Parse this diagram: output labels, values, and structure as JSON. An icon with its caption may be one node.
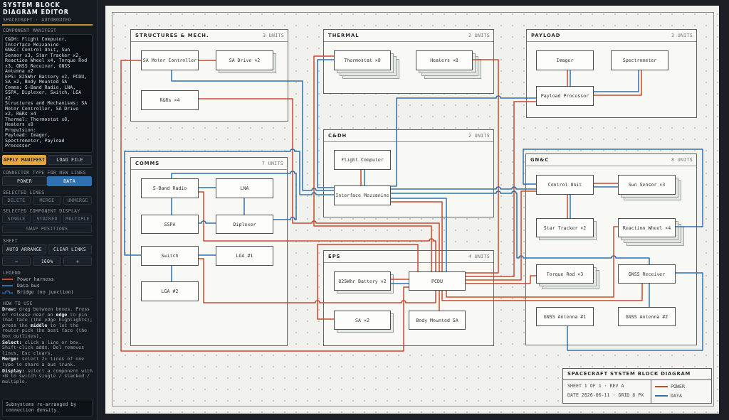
{
  "diagram": {
    "title": "SPACECRAFT SYSTEM BLOCK DIAGRAM",
    "nodes": [
      {
        "text": [
          "STRUCTURES & MECH.",
          "3 UNITS"
        ]
      },
      {
        "text": [
          "SA Motor Controller"
        ],
        "in": 0
      },
      {
        "text": [
          "SA Drive ×2"
        ],
        "in": 0
      },
      {
        "text": [
          "R&Rs ×4"
        ],
        "in": 0
      },
      {
        "text": [
          "THERMAL",
          "2 UNITS"
        ]
      },
      {
        "text": [
          "Thermostat ×8"
        ],
        "in": 4
      },
      {
        "text": [
          "Heaters ×8"
        ],
        "in": 4
      },
      {
        "text": [
          "PAYLOAD",
          "3 UNITS"
        ]
      },
      {
        "text": [
          "Imager"
        ],
        "in": 7
      },
      {
        "text": [
          "Spectrometer"
        ],
        "in": 7
      },
      {
        "text": [
          "Payload Processor"
        ],
        "in": 7
      },
      {
        "text": [
          "C&DH",
          "2 UNITS"
        ]
      },
      {
        "text": [
          "Flight Computer"
        ],
        "in": 11
      },
      {
        "text": [
          "Interface Mezzanine"
        ],
        "in": 11
      },
      {
        "text": [
          "COMMS",
          "7 UNITS"
        ]
      },
      {
        "text": [
          "S-Band Radio"
        ],
        "in": 14
      },
      {
        "text": [
          "LNA"
        ],
        "in": 14
      },
      {
        "text": [
          "SSPA"
        ],
        "in": 14
      },
      {
        "text": [
          "Diplexer"
        ],
        "in": 14
      },
      {
        "text": [
          "Switch"
        ],
        "in": 14
      },
      {
        "text": [
          "LGA #1"
        ],
        "in": 14
      },
      {
        "text": [
          "LGA #2"
        ],
        "in": 14
      },
      {
        "text": [
          "GN&C",
          "8 UNITS"
        ]
      },
      {
        "text": [
          "Control Unit"
        ],
        "in": 22
      },
      {
        "text": [
          "Sun Sensor ×3"
        ],
        "in": 22
      },
      {
        "text": [
          "Star Tracker ×2"
        ],
        "in": 22
      },
      {
        "text": [
          "Reaction Wheel ×4"
        ],
        "in": 22
      },
      {
        "text": [
          "Torque Rod ×3"
        ],
        "in": 22
      },
      {
        "text": [
          "GNSS Receiver"
        ],
        "in": 22
      },
      {
        "text": [
          "GNSS Antenna #1"
        ],
        "in": 22
      },
      {
        "text": [
          "GNSS Antenna #2"
        ],
        "in": 22
      },
      {
        "text": [
          "EPS",
          "4 UNITS"
        ]
      },
      {
        "text": [
          "825Whr Battery ×2"
        ],
        "in": 31
      },
      {
        "text": [
          "PCDU"
        ],
        "in": 31
      },
      {
        "text": [
          "SA ×2"
        ],
        "in": 31
      },
      {
        "text": [
          "Body Mounted SA"
        ],
        "in": 31
      }
    ],
    "edges": [
      {
        "from": 1,
        "to": 2,
        "arrow": "none",
        "color": "#c9482e"
      },
      {
        "from": 1,
        "to": 13,
        "arrow": "none"
      },
      {
        "from": 1,
        "to": 33,
        "arrow": "none",
        "color": "#c9482e"
      },
      {
        "from": 3,
        "to": 33,
        "arrow": "none",
        "color": "#c9482e"
      },
      {
        "from": 5,
        "to": 13,
        "arrow": "none"
      },
      {
        "from": 5,
        "to": 33,
        "arrow": "none",
        "color": "#c9482e"
      },
      {
        "from": 6,
        "to": 33,
        "arrow": "none",
        "color": "#c9482e"
      },
      {
        "from": 8,
        "to": 10,
        "arrow": "none",
        "color": "#c9482e"
      },
      {
        "from": 8,
        "to": 10,
        "arrow": "none"
      },
      {
        "from": 9,
        "to": 10,
        "arrow": "none"
      },
      {
        "from": 9,
        "to": 10,
        "arrow": "none",
        "color": "#c9482e"
      },
      {
        "from": 10,
        "to": 13,
        "arrow": "none"
      },
      {
        "from": 10,
        "to": 33,
        "arrow": "none",
        "color": "#c9482e"
      },
      {
        "from": 12,
        "to": 13,
        "arrow": "none",
        "color": "#c9482e"
      },
      {
        "from": 12,
        "to": 13,
        "arrow": "none"
      },
      {
        "from": 13,
        "to": 23,
        "arrow": "none"
      },
      {
        "from": 13,
        "to": 28,
        "arrow": "none"
      },
      {
        "from": 13,
        "to": 33,
        "arrow": "none",
        "color": "#c9482e"
      },
      {
        "from": 13,
        "to": 33,
        "arrow": "none"
      },
      {
        "from": 15,
        "to": 16,
        "arrow": "none"
      },
      {
        "from": 15,
        "to": 17,
        "arrow": "none"
      },
      {
        "from": 15,
        "to": 18,
        "arrow": "none"
      },
      {
        "from": 15,
        "to": 33,
        "arrow": "none",
        "color": "#c9482e"
      },
      {
        "from": 16,
        "to": 18,
        "arrow": "none"
      },
      {
        "from": 17,
        "to": 18,
        "arrow": "none"
      },
      {
        "from": 19,
        "to": 20,
        "arrow": "none"
      },
      {
        "from": 19,
        "to": 21,
        "arrow": "none"
      },
      {
        "from": 19,
        "to": 13,
        "arrow": "none"
      },
      {
        "from": 19,
        "to": 33,
        "arrow": "none",
        "color": "#c9482e"
      },
      {
        "from": 23,
        "to": 24,
        "arrow": "none",
        "color": "#c9482e"
      },
      {
        "from": 23,
        "to": 24,
        "arrow": "none"
      },
      {
        "from": 23,
        "to": 25,
        "arrow": "none",
        "color": "#c9482e"
      },
      {
        "from": 23,
        "to": 25,
        "arrow": "none"
      },
      {
        "from": 26,
        "to": 23,
        "arrow": "none"
      },
      {
        "from": 27,
        "to": 33,
        "arrow": "none",
        "color": "#c9482e"
      },
      {
        "from": 23,
        "to": 33,
        "arrow": "none",
        "color": "#c9482e"
      },
      {
        "from": 26,
        "to": 33,
        "arrow": "none",
        "color": "#c9482e"
      },
      {
        "from": 28,
        "to": 33,
        "arrow": "none",
        "color": "#c9482e"
      },
      {
        "from": 28,
        "to": 29,
        "arrow": "none"
      },
      {
        "from": 28,
        "to": 30,
        "arrow": "none"
      },
      {
        "from": 32,
        "to": 33,
        "arrow": "none",
        "color": "#c9482e"
      },
      {
        "from": 32,
        "to": 33,
        "arrow": "none"
      },
      {
        "from": 34,
        "to": 33,
        "arrow": "none",
        "color": "#c9482e"
      },
      {
        "from": 35,
        "to": 33,
        "arrow": "none",
        "color": "#c9482e"
      }
    ],
    "labels": [
      "SYSTEM BLOCK DIAGRAM EDITOR",
      "SPACECRAFT · AUTOROUTED",
      "COMPONENT MANIFEST",
      "C&DH: Flight Computer, Interface Mezzanine",
      "GN&C: Control Unit, Sun Sensor x3, Star Tracker x2, Reaction Wheel x4, Torque Rod x3, GNSS Receiver, GNSS Antenna x2",
      "EPS: 825Whr Battery x2, PCDU, SA x2, Body Mounted SA",
      "Comms: S-Band Radio, LNA, SSPA, Diplexer, Switch, LGA x2",
      "Structures and Mechanisms: SA Motor Controller, SA Drive x2, R&Rs x4",
      "Thermal: Thermostat x8, Heaters x8",
      "Propulsion:",
      "Payload: Imager, Spectrometer, Payload Processor",
      "APPLY MANIFEST",
      "LOAD FILE",
      "CONNECTOR TYPE FOR NEW LINES",
      "POWER",
      "DATA",
      "SELECTED LINES",
      "DELETE",
      "MERGE",
      "UNMERGE",
      "SELECTED COMPONENT DISPLAY",
      "SINGLE",
      "STACKED",
      "MULTIPLE",
      "SWAP POSITIONS",
      "SHEET",
      "AUTO ARRANGE",
      "CLEAR LINKS",
      "−",
      "100%",
      "+",
      "LEGEND",
      "HOW TO USE",
      "**Draw:** drag between boxes. Press or release near an **edge** to pin that face (the edge highlights); press the **middle** to let the router pick the best face (the box outlines).",
      "**Select:** click a line or box. Shift-click adds. Del removes lines, Esc clears.",
      "**Merge:** select 2+ lines of one type to share a bus trunk.",
      "**Display:** select a component with ×N to switch single / stacked / multiple.",
      "Subsystems re-arranged by connection density.",
      "SHEET 1 OF 1 · REV A",
      "DATE 2026-06-11 · GRID 8 PX"
    ],
    "legend": [
      {
        "text": "Power harness",
        "color": "#c9482e"
      },
      {
        "text": "Data bus",
        "color": "#2f72b1"
      },
      {
        "text": "Bridge (no junction)"
      },
      {
        "text": "POWER",
        "color": "#c9482e"
      },
      {
        "text": "DATA",
        "color": "#2f72b1"
      }
    ]
  }
}
